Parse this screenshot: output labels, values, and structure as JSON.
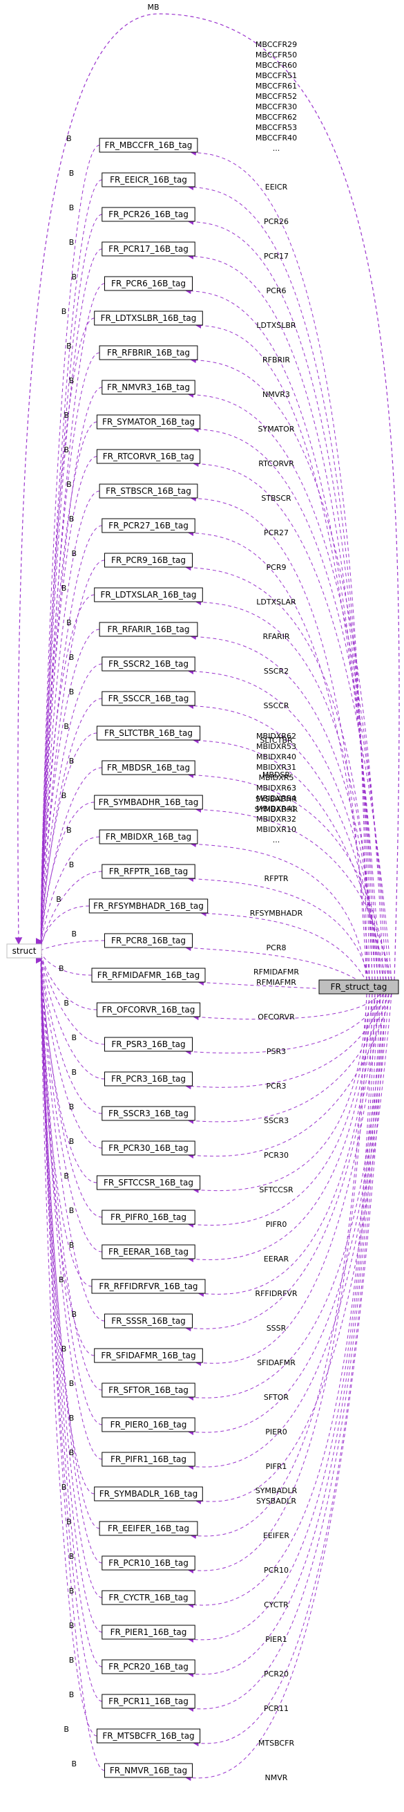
{
  "diagram": {
    "root": "struct",
    "target": "FR_struct_tag",
    "colors": {
      "edge": "#9a32cd",
      "node_border": "#000000",
      "struct_border": "#bfbfbf",
      "target_fill": "#bfbfbf",
      "text": "#000000"
    },
    "top_edge_label": "MB",
    "types": [
      {
        "name": "FR_MBCCFR_16B_tag",
        "fields": [
          "MBCCFR29",
          "MBCCFR50",
          "MBCCFR60",
          "MBCCFR51",
          "MBCCFR61",
          "MBCCFR52",
          "MBCCFR30",
          "MBCCFR62",
          "MBCCFR53",
          "MBCCFR40",
          "..."
        ]
      },
      {
        "name": "FR_EEICR_16B_tag",
        "fields": [
          "EEICR"
        ]
      },
      {
        "name": "FR_PCR26_16B_tag",
        "fields": [
          "PCR26"
        ]
      },
      {
        "name": "FR_PCR17_16B_tag",
        "fields": [
          "PCR17"
        ]
      },
      {
        "name": "FR_PCR6_16B_tag",
        "fields": [
          "PCR6"
        ]
      },
      {
        "name": "FR_LDTXSLBR_16B_tag",
        "fields": [
          "LDTXSLBR"
        ]
      },
      {
        "name": "FR_RFBRIR_16B_tag",
        "fields": [
          "RFBRIR"
        ]
      },
      {
        "name": "FR_NMVR3_16B_tag",
        "fields": [
          "NMVR3"
        ]
      },
      {
        "name": "FR_SYMATOR_16B_tag",
        "fields": [
          "SYMATOR"
        ]
      },
      {
        "name": "FR_RTCORVR_16B_tag",
        "fields": [
          "RTCORVR"
        ]
      },
      {
        "name": "FR_STBSCR_16B_tag",
        "fields": [
          "STBSCR"
        ]
      },
      {
        "name": "FR_PCR27_16B_tag",
        "fields": [
          "PCR27"
        ]
      },
      {
        "name": "FR_PCR9_16B_tag",
        "fields": [
          "PCR9"
        ]
      },
      {
        "name": "FR_LDTXSLAR_16B_tag",
        "fields": [
          "LDTXSLAR"
        ]
      },
      {
        "name": "FR_RFARIR_16B_tag",
        "fields": [
          "RFARIR"
        ]
      },
      {
        "name": "FR_SSCR2_16B_tag",
        "fields": [
          "SSCR2"
        ]
      },
      {
        "name": "FR_SSCCR_16B_tag",
        "fields": [
          "SSCCR"
        ]
      },
      {
        "name": "FR_SLTCTBR_16B_tag",
        "fields": [
          "SLTCTBR"
        ]
      },
      {
        "name": "FR_MBDSR_16B_tag",
        "fields": [
          "MBDSR"
        ]
      },
      {
        "name": "FR_SYMBADHR_16B_tag",
        "fields": [
          "SYSBADHR",
          "SYMBADHR"
        ]
      },
      {
        "name": "FR_MBIDXR_16B_tag",
        "fields": [
          "MBIDXR62",
          "MBIDXR53",
          "MBIDXR40",
          "MBIDXR31",
          "MBIDXR5",
          "MBIDXR63",
          "MBIDXR54",
          "MBIDXR41",
          "MBIDXR32",
          "MBIDXR10",
          "..."
        ]
      },
      {
        "name": "FR_RFPTR_16B_tag",
        "fields": [
          "RFPTR"
        ]
      },
      {
        "name": "FR_RFSYMBHADR_16B_tag",
        "fields": [
          "RFSYMBHADR"
        ]
      },
      {
        "name": "FR_PCR8_16B_tag",
        "fields": [
          "PCR8"
        ]
      },
      {
        "name": "FR_RFMIDAFMR_16B_tag",
        "fields": [
          "RFMIDAFMR",
          "RFMIAFMR"
        ]
      },
      {
        "name": "FR_OFCORVR_16B_tag",
        "fields": [
          "OFCORVR"
        ]
      },
      {
        "name": "FR_PSR3_16B_tag",
        "fields": [
          "PSR3"
        ]
      },
      {
        "name": "FR_PCR3_16B_tag",
        "fields": [
          "PCR3"
        ]
      },
      {
        "name": "FR_SSCR3_16B_tag",
        "fields": [
          "SSCR3"
        ]
      },
      {
        "name": "FR_PCR30_16B_tag",
        "fields": [
          "PCR30"
        ]
      },
      {
        "name": "FR_SFTCCSR_16B_tag",
        "fields": [
          "SFTCCSR"
        ]
      },
      {
        "name": "FR_PIFR0_16B_tag",
        "fields": [
          "PIFR0"
        ]
      },
      {
        "name": "FR_EERAR_16B_tag",
        "fields": [
          "EERAR"
        ]
      },
      {
        "name": "FR_RFFIDRFVR_16B_tag",
        "fields": [
          "RFFIDRFVR"
        ]
      },
      {
        "name": "FR_SSSR_16B_tag",
        "fields": [
          "SSSR"
        ]
      },
      {
        "name": "FR_SFIDAFMR_16B_tag",
        "fields": [
          "SFIDAFMR"
        ]
      },
      {
        "name": "FR_SFTOR_16B_tag",
        "fields": [
          "SFTOR"
        ]
      },
      {
        "name": "FR_PIER0_16B_tag",
        "fields": [
          "PIER0"
        ]
      },
      {
        "name": "FR_PIFR1_16B_tag",
        "fields": [
          "PIFR1"
        ]
      },
      {
        "name": "FR_SYMBADLR_16B_tag",
        "fields": [
          "SYMBADLR",
          "SYSBADLR"
        ]
      },
      {
        "name": "FR_EEIFER_16B_tag",
        "fields": [
          "EEIFER"
        ]
      },
      {
        "name": "FR_PCR10_16B_tag",
        "fields": [
          "PCR10"
        ]
      },
      {
        "name": "FR_CYCTR_16B_tag",
        "fields": [
          "CYCTR"
        ]
      },
      {
        "name": "FR_PIER1_16B_tag",
        "fields": [
          "PIER1"
        ]
      },
      {
        "name": "FR_PCR20_16B_tag",
        "fields": [
          "PCR20"
        ]
      },
      {
        "name": "FR_PCR11_16B_tag",
        "fields": [
          "PCR11"
        ]
      },
      {
        "name": "FR_MTSBCFR_16B_tag",
        "fields": [
          "MTSBCFR"
        ]
      },
      {
        "name": "FR_NMVR_16B_tag",
        "fields": [
          "NMVR"
        ]
      }
    ],
    "struct_edge_label": "B"
  }
}
